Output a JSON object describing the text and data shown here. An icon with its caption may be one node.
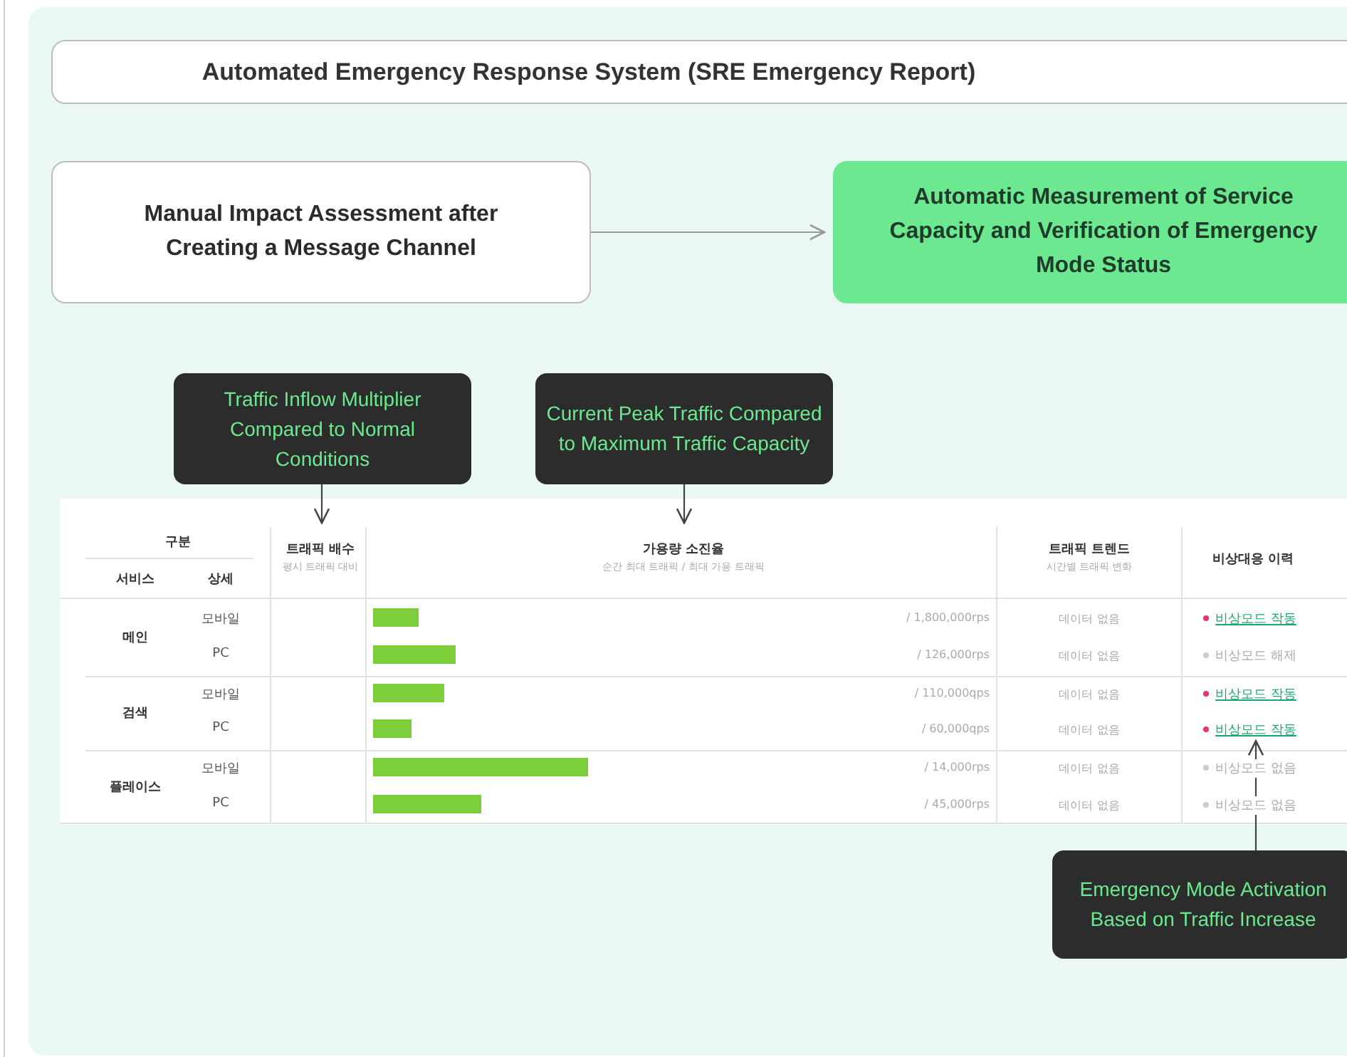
{
  "diagram": {
    "nodes": [
      {
        "text": [
          "Automated Emergency Response System (SRE Emergency Report)"
        ]
      },
      {
        "text": [
          "Manual Impact Assessment after Creating a Message Channel"
        ]
      },
      {
        "text": [
          "Automatic Measurement of Service Capacity and Verification of Emergency Mode Status"
        ]
      },
      {
        "text": [
          "Traffic Inflow Multiplier Compared to Normal Conditions"
        ]
      },
      {
        "text": [
          "Current Peak Traffic Compared to Maximum Traffic Capacity"
        ]
      },
      {
        "text": [
          "Emergency Mode Activation Based on Traffic Increase"
        ]
      },
      {
        "text": [
          "트래픽 배수"
        ]
      },
      {
        "text": [
          "가용량 소진율"
        ]
      },
      {
        "text": [
          "비상모드 작동"
        ]
      }
    ],
    "edges": [
      {
        "from": 1,
        "to": 2,
        "arrow": "to"
      },
      {
        "from": 3,
        "to": 6,
        "arrow": "to"
      },
      {
        "from": 4,
        "to": 7,
        "arrow": "to"
      },
      {
        "from": 5,
        "to": 8,
        "arrow": "to"
      }
    ],
    "labels": [
      "구분",
      "평시 트래픽 대비",
      "순간 최대 트래픽 / 최대 가용 트래픽",
      "트래픽 트렌드",
      "시간별 트래픽 변화",
      "비상대응 이력",
      "서비스",
      "상세",
      "메인",
      "모바일",
      "/ 1,800,000rps",
      "데이터 없음",
      "비상모드 작동",
      "PC",
      "/ 126,000rps",
      "데이터 없음",
      "비상모드 해제",
      "검색",
      "모바일",
      "/ 110,000qps",
      "데이터 없음",
      "비상모드 작동",
      "PC",
      "/ 60,000qps",
      "데이터 없음",
      "플레이스",
      "모바일",
      "/ 14,000rps",
      "데이터 없음",
      "비상모드 없음",
      "PC",
      "/ 45,000rps",
      "데이터 없음",
      "비상모드 없음"
    ]
  }
}
